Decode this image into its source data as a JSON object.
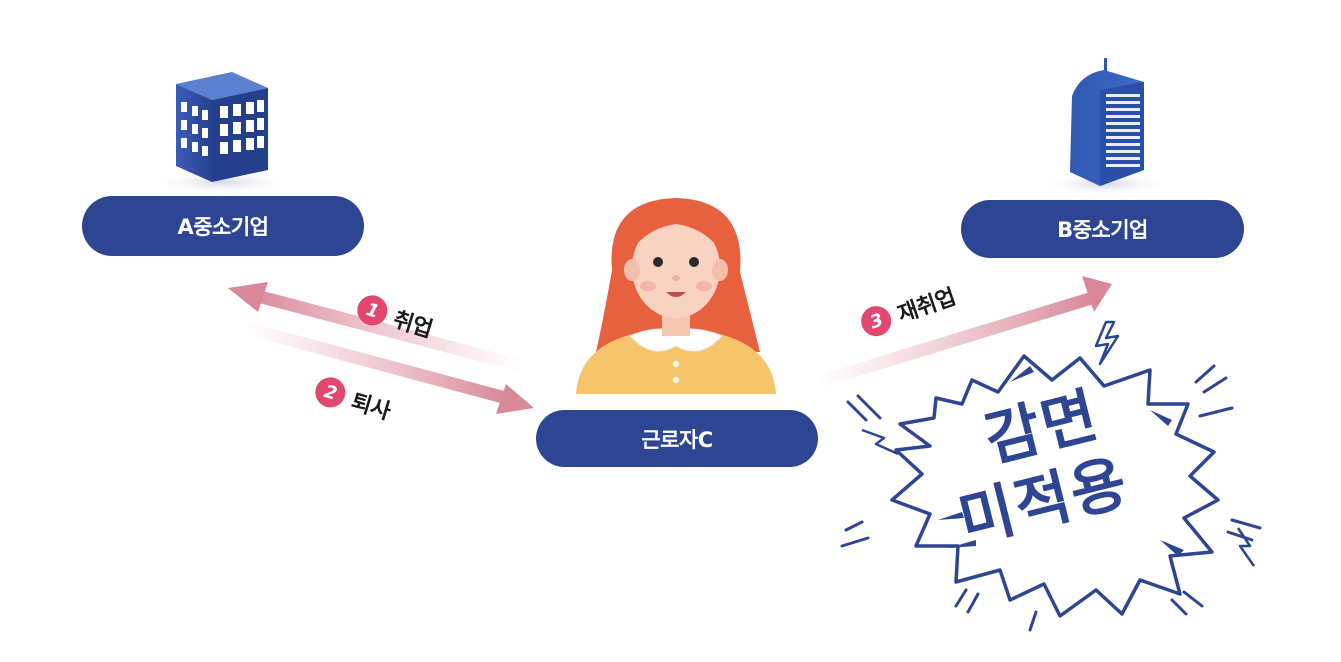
{
  "nodes": {
    "company_a": "A중소기업",
    "company_b": "B중소기업",
    "worker": "근로자C"
  },
  "steps": [
    {
      "number": "1",
      "label": "취업"
    },
    {
      "number": "2",
      "label": "퇴사"
    },
    {
      "number": "3",
      "label": "재취업"
    }
  ],
  "burst": {
    "line1": "감면",
    "line2": "미적용"
  },
  "colors": {
    "navy": "#2d4593",
    "pink": "#e1476f",
    "arrow": "#d98a9a"
  }
}
